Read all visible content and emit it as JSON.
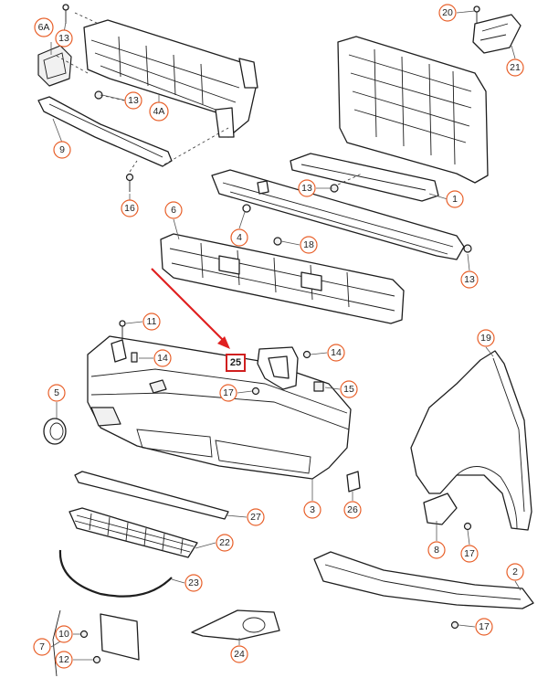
{
  "callouts": {
    "c_6a": "6A",
    "c_13a": "13",
    "c_4a": "4A",
    "c_13b": "13",
    "c_9": "9",
    "c_16": "16",
    "c_20": "20",
    "c_21": "21",
    "c_13c": "13",
    "c_1": "1",
    "c_6": "6",
    "c_4": "4",
    "c_18": "18",
    "c_13d": "13",
    "c_11": "11",
    "c_14a": "14",
    "c_25": "25",
    "c_14b": "14",
    "c_17a": "17",
    "c_15": "15",
    "c_5": "5",
    "c_19": "19",
    "c_3": "3",
    "c_26": "26",
    "c_27": "27",
    "c_22": "22",
    "c_8": "8",
    "c_17b": "17",
    "c_23": "23",
    "c_2": "2",
    "c_17c": "17",
    "c_10": "10",
    "c_7": "7",
    "c_12": "12",
    "c_24": "24"
  },
  "colors": {
    "callout_ring": "#e8602a",
    "highlight": "#d01f1f",
    "arrow": "#e02020"
  }
}
